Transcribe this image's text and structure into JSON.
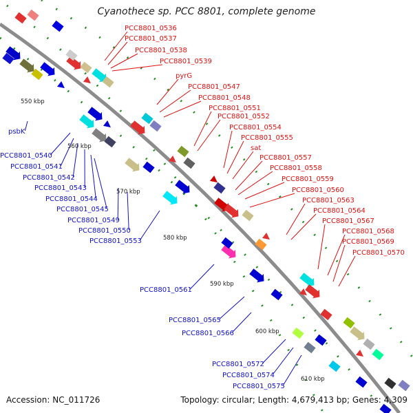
{
  "title": "Cyanothece sp. PCC 8801, complete genome",
  "accession": "Accession: NC_011726",
  "summary": "Topology: circular; Length: 4,679,413 bp; Genes: 4,309",
  "colors": {
    "plus_strand_labels": "#e01010",
    "minus_strand_labels": "#1010c8",
    "backbone": "#8c8c8c",
    "tick_marks": "#1e8c1e"
  },
  "scale_labels": [
    "550 kbp",
    "560 kbp",
    "570 kbp",
    "580 kbp",
    "590 kbp",
    "600 kbp",
    "610 kbp"
  ],
  "plus_genes": [
    "PCC8801_0536",
    "PCC8801_0537",
    "PCC8801_0538",
    "PCC8801_0539",
    "pyrG",
    "PCC8801_0547",
    "PCC8801_0548",
    "PCC8801_0551",
    "PCC8801_0552",
    "PCC8801_0554",
    "PCC8801_0555",
    "sat",
    "PCC8801_0557",
    "PCC8801_0558",
    "PCC8801_0559",
    "PCC8801_0560",
    "PCC8801_0563",
    "PCC8801_0564",
    "PCC8801_0567",
    "PCC8801_0568",
    "PCC8801_0569",
    "PCC8801_0570"
  ],
  "minus_genes": [
    "psbK",
    "PCC8801_0540",
    "PCC8801_0541",
    "PCC8801_0542",
    "PCC8801_0543",
    "PCC8801_0544",
    "PCC8801_0545",
    "PCC8801_0549",
    "PCC8801_0550",
    "PCC8801_0553",
    "PCC8801_0561",
    "PCC8801_0565",
    "PCC8801_0566",
    "PCC8801_0572",
    "PCC8801_0574",
    "PCC8801_0575"
  ]
}
